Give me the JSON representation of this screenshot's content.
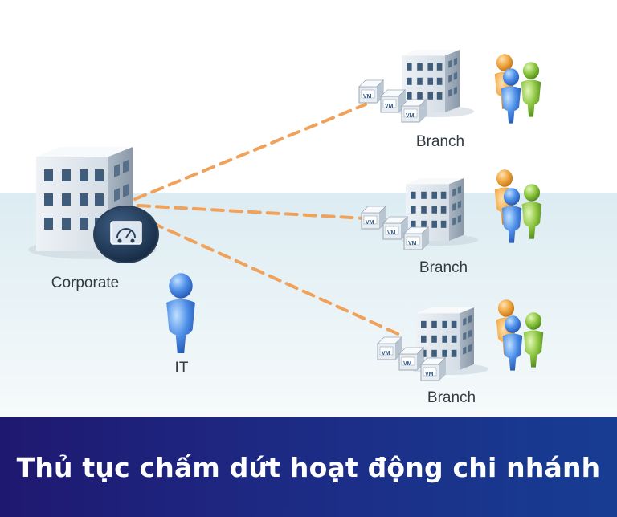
{
  "diagram": {
    "corporate_label": "Corporate",
    "it_label": "IT",
    "branches": [
      {
        "label": "Branch",
        "vm_labels": [
          "VM",
          "VM",
          "VM"
        ]
      },
      {
        "label": "Branch",
        "vm_labels": [
          "VM",
          "VM",
          "VM"
        ]
      },
      {
        "label": "Branch",
        "vm_labels": [
          "VM",
          "VM",
          "VM"
        ]
      }
    ],
    "colors": {
      "link": "#f0a15a",
      "band": "#e7f2f6",
      "building": "#cfd8e2",
      "window": "#3a5a78",
      "vm_box": "#e3e8ee",
      "person_blue": "#4d8ee8",
      "person_green": "#8cc63f",
      "person_orange": "#f1a640",
      "banner_text": "#ffffff"
    }
  },
  "banner": {
    "title": "Thủ tục chấm dứt hoạt động chi nhánh"
  }
}
